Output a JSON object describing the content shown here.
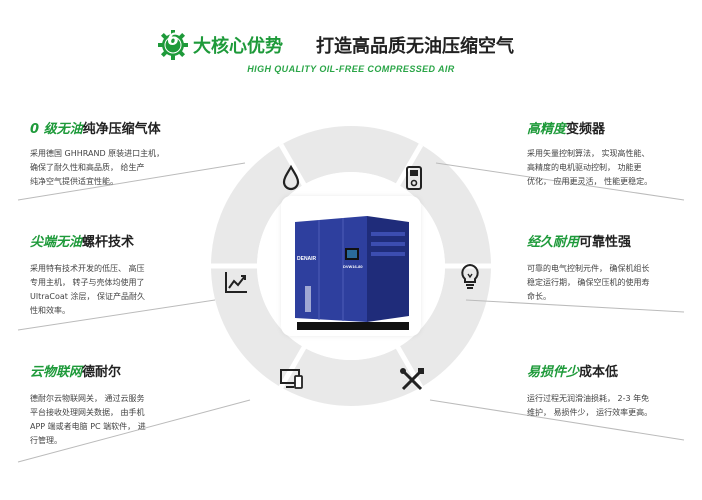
{
  "header": {
    "badge_number": "6",
    "title_green": "大核心优势",
    "title_dark": "打造高品质无油压缩空气",
    "subtitle": "HIGH QUALITY OIL-FREE COMPRESSED AIR"
  },
  "features": {
    "left_1": {
      "title_green": "0 级无油",
      "title_dark": "纯净压缩气体",
      "lines": [
        "采用德国 GHHRAND 原装进口主机，",
        "确保了耐久性和高品质， 给生产",
        "纯净空气提供适宜性能。"
      ],
      "icon": "oil-drop-icon"
    },
    "left_2": {
      "title_green": "尖端无油",
      "title_dark": "螺杆技术",
      "lines": [
        "采用特有技术开发的低压、 高压",
        "专用主机， 转子与壳体均使用了",
        "UltraCoat 涂层， 保证产品耐久",
        "性和效率。"
      ],
      "icon": "line-chart-icon"
    },
    "left_3": {
      "title_green": "云物联网",
      "title_dark": "德耐尔",
      "lines": [
        "德耐尔云物联网关， 通过云服务",
        "平台接收处理网关数据， 由手机",
        "APP 端或者电脑 PC 端软件， 进",
        "行管理。"
      ],
      "icon": "monitor-phone-icon"
    },
    "right_1": {
      "title_green": "高精度",
      "title_dark": "变频器",
      "lines": [
        "采用矢量控制算法， 实现高性能、",
        "高精度的电机驱动控制， 功能更",
        "优化， 应用更灵活， 性能更稳定。"
      ],
      "icon": "inverter-icon"
    },
    "right_2": {
      "title_green": "经久耐用",
      "title_dark": "可靠性强",
      "lines": [
        "可靠的电气控制元件， 确保机组长",
        "稳定运行期， 确保空压机的使用寿",
        "命长。"
      ],
      "icon": "light-bulb-icon"
    },
    "right_3": {
      "title_green": "易损件少",
      "title_dark": "成本低",
      "lines": [
        "运行过程无润滑油损耗， 2-3 年免",
        "维护， 易损件少， 运行效率更高。"
      ],
      "icon": "tools-icon"
    }
  },
  "product": {
    "brand": "DENAIR",
    "model": "DVW16-80"
  },
  "colors": {
    "accent_green": "#1e9a3a",
    "ring_gray": "#e9e9e9",
    "machine_blue": "#2e3f9e"
  }
}
